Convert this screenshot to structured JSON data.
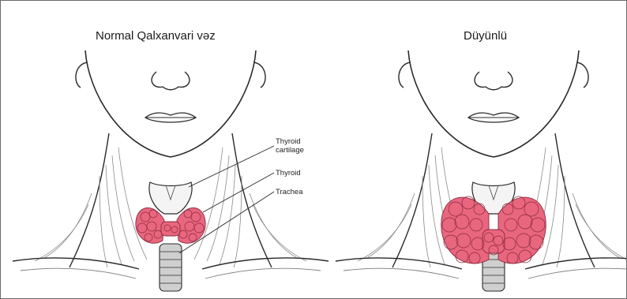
{
  "panels": {
    "left": {
      "title": "Normal Qalxanvari vəz"
    },
    "right": {
      "title": "Düyünlü"
    }
  },
  "labels": {
    "thyroid_cartilage_line1": "Thyroid",
    "thyroid_cartilage_line2": "cartilage",
    "thyroid": "Thyroid",
    "trachea": "Trachea"
  },
  "colors": {
    "gland": "#e8667e",
    "gland_outline": "#8a2a3c",
    "line_art": "#2a2a2a",
    "background": "#ffffff"
  }
}
